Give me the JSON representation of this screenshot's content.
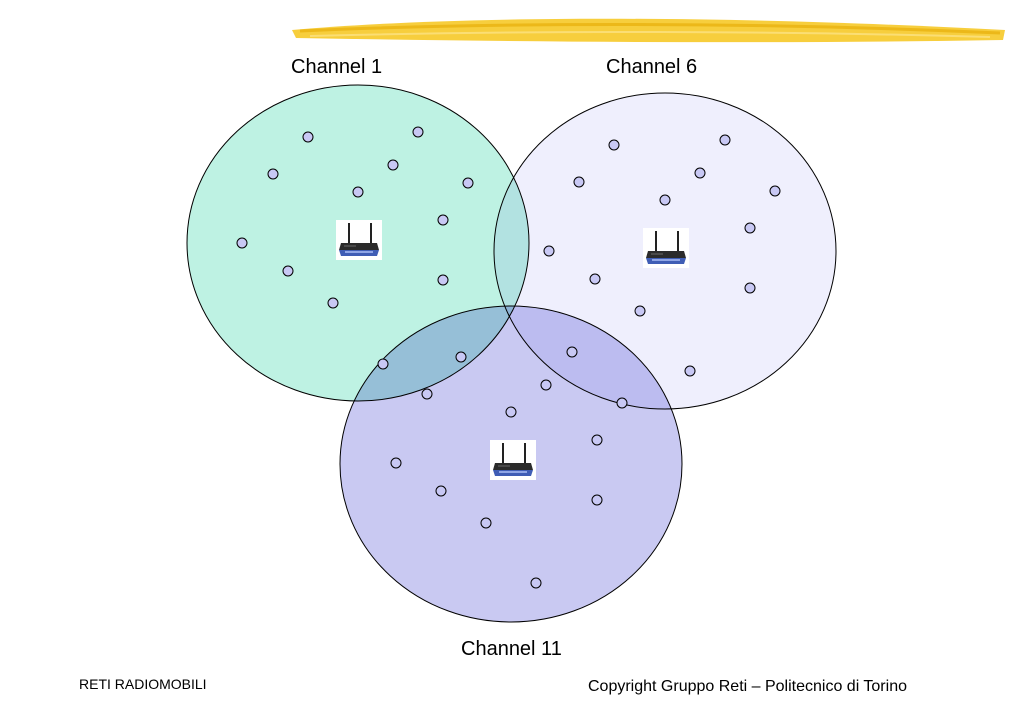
{
  "diagram": {
    "channels": [
      {
        "id": "ch1",
        "label": "Channel 1",
        "fill": "#7ee5c7",
        "router_icon": "wifi-router-icon"
      },
      {
        "id": "ch6",
        "label": "Channel 6",
        "fill": "#e1e1fb",
        "router_icon": "wifi-router-icon"
      },
      {
        "id": "ch11",
        "label": "Channel 11",
        "fill": "#9c9ce8",
        "router_icon": "wifi-router-icon"
      }
    ],
    "station_color": "#c8c8f4",
    "accent_stroke_color": "#f2c21b"
  },
  "footer": {
    "left_text": "RETI RADIOMOBILI",
    "right_text": "Copyright Gruppo Reti – Politecnico di Torino"
  }
}
